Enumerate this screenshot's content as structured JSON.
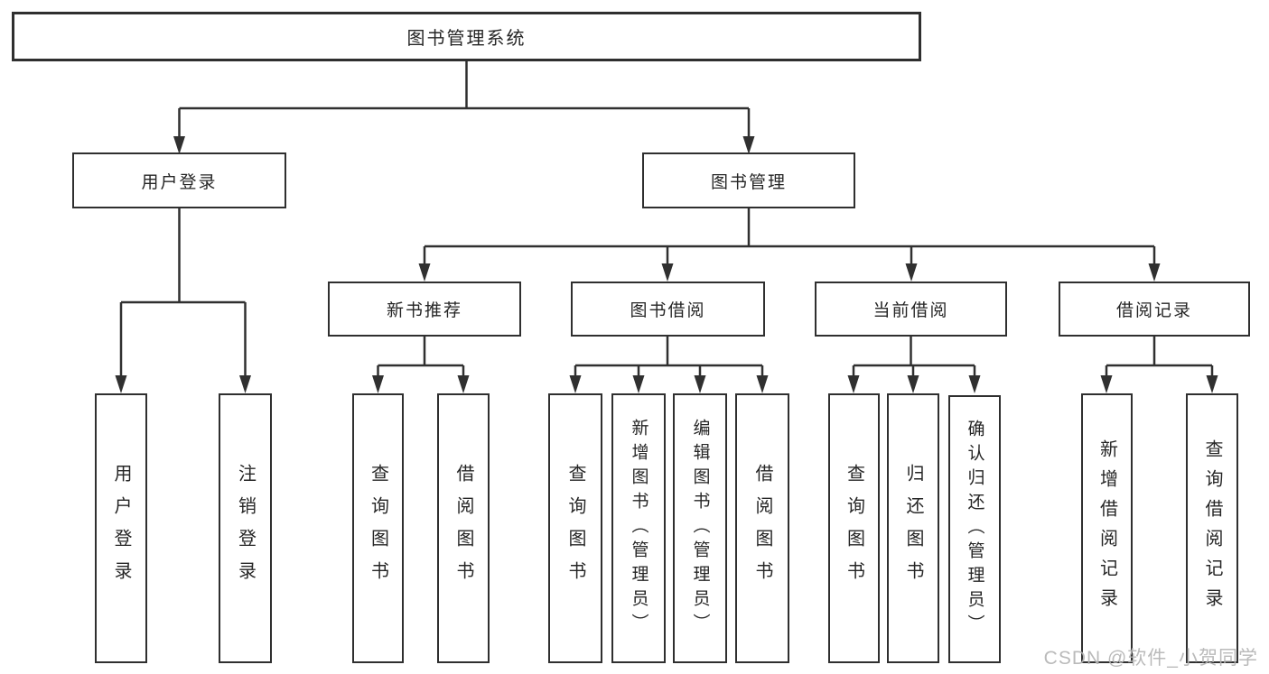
{
  "diagram": {
    "title": "图书管理系统",
    "level2": [
      {
        "label": "用户登录",
        "leaves": [
          "用户登录",
          "注销登录"
        ]
      },
      {
        "label": "图书管理",
        "groups": [
          {
            "label": "新书推荐",
            "leaves": [
              "查询图书",
              "借阅图书"
            ]
          },
          {
            "label": "图书借阅",
            "leaves": [
              "查询图书",
              "新增图书（管理员）",
              "编辑图书（管理员）",
              "借阅图书"
            ]
          },
          {
            "label": "当前借阅",
            "leaves": [
              "查询图书",
              "归还图书",
              "确认归还（管理员）"
            ]
          },
          {
            "label": "借阅记录",
            "leaves": [
              "新增借阅记录",
              "查询借阅记录"
            ]
          }
        ]
      }
    ]
  },
  "watermark": "CSDN @软件_小贺同学",
  "colors": {
    "line": "#303030",
    "text": "#262626",
    "watermark_text": "#b5b5b5",
    "background": "#ffffff"
  }
}
